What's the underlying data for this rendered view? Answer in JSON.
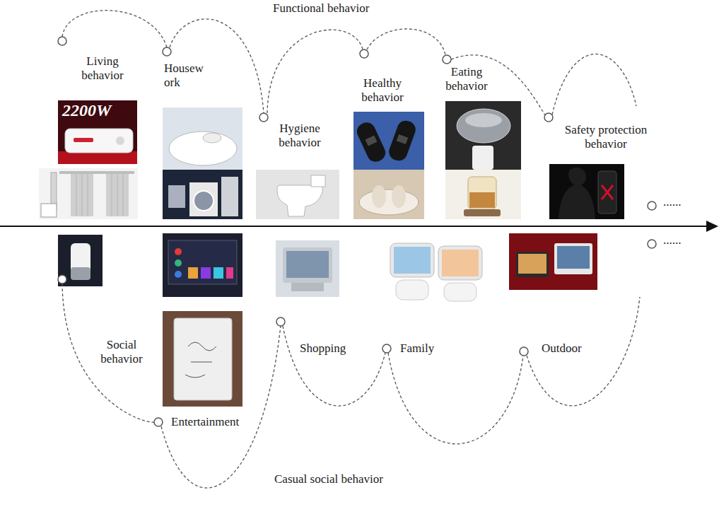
{
  "diagram": {
    "labels": [
      "Functional behavior",
      "Living behavior",
      "Housew ork",
      "Hygiene behavior",
      "Healthy behavior",
      "Eating behavior",
      "Safety protection behavior",
      "......",
      "Social behavior",
      "Entertainment",
      "Shopping",
      "Family",
      "Outdoor",
      "......",
      "Casual social behavior",
      "2200W"
    ]
  }
}
